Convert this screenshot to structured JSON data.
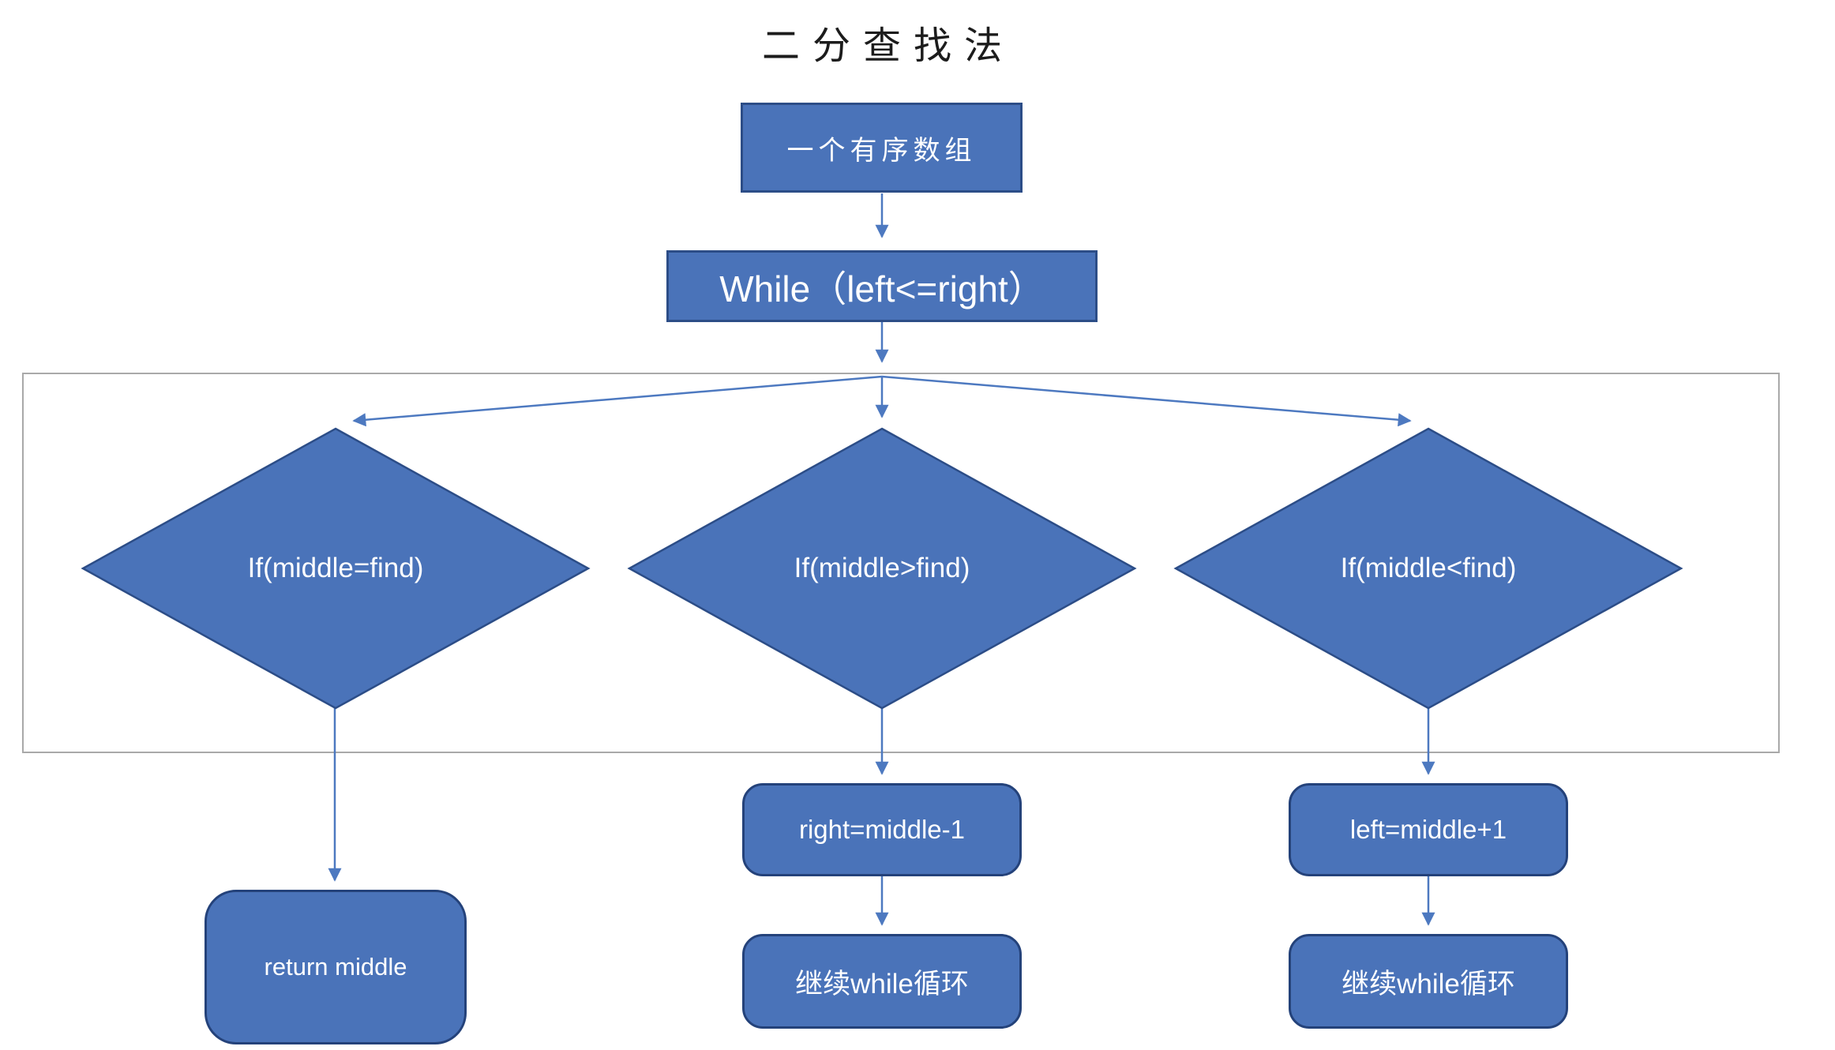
{
  "title": "二分查找法",
  "colors": {
    "shape_fill": "#4a73b9",
    "shape_border": "#2c4d87",
    "rounded_border": "#24427a",
    "connector": "#4d79c0",
    "container_border": "#a9a9a9",
    "node_text": "#ffffff",
    "title_text": "#1c1c1c"
  },
  "nodes": {
    "start": {
      "label": "一个有序数组"
    },
    "while_loop": {
      "label": "While（left<=right）"
    },
    "cond_equal": {
      "label": "If(middle=find)"
    },
    "cond_greater": {
      "label": "If(middle>find)"
    },
    "cond_less": {
      "label": "If(middle<find)"
    },
    "return_middle": {
      "label": "return middle"
    },
    "update_right": {
      "label": "right=middle-1"
    },
    "update_left": {
      "label": "left=middle+1"
    },
    "continue_while_mid": {
      "label": "继续while循环"
    },
    "continue_while_right": {
      "label": "继续while循环"
    }
  }
}
